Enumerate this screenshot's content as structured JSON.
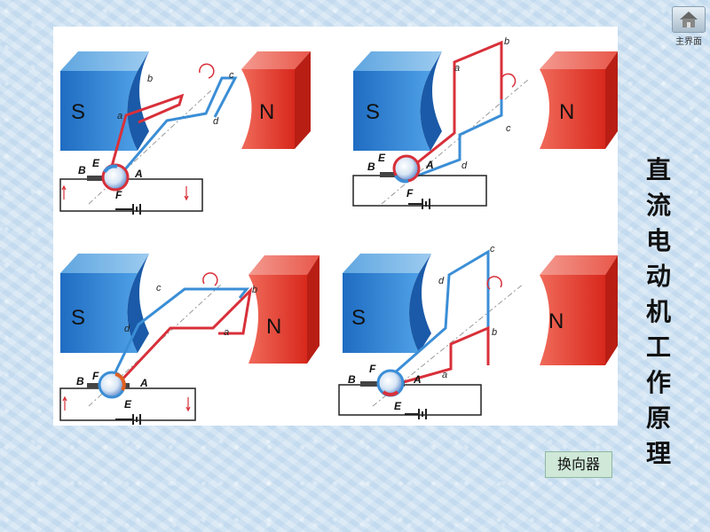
{
  "home": {
    "label": "主界面",
    "icon": "house-icon"
  },
  "title": {
    "chars": [
      "直",
      "流",
      "电",
      "动",
      "机",
      "工",
      "作",
      "原",
      "理"
    ]
  },
  "commutator_button": {
    "label": "换向器"
  },
  "panels": [
    {
      "pole_left": "S",
      "pole_right": "N",
      "a": "a",
      "b": "b",
      "c": "c",
      "d": "d",
      "brush_left": "B",
      "brush_right": "A",
      "seg_top": "E",
      "seg_bottom": "F"
    },
    {
      "pole_left": "S",
      "pole_right": "N",
      "a": "a",
      "b": "b",
      "c": "c",
      "d": "d",
      "brush_left": "B",
      "brush_right": "A",
      "seg_top": "E",
      "seg_bottom": "F"
    },
    {
      "pole_left": "S",
      "pole_right": "N",
      "a": "a",
      "b": "b",
      "c": "c",
      "d": "d",
      "brush_left": "B",
      "brush_right": "A",
      "seg_top": "F",
      "seg_bottom": "E"
    },
    {
      "pole_left": "S",
      "pole_right": "N",
      "a": "a",
      "b": "b",
      "c": "c",
      "d": "d",
      "brush_left": "B",
      "brush_right": "A",
      "seg_top": "F",
      "seg_bottom": "E"
    }
  ],
  "colors": {
    "south": "#2f7fd0",
    "north": "#e23a2a",
    "coil_red": "#d8303a",
    "coil_blue": "#3b8ed6"
  }
}
